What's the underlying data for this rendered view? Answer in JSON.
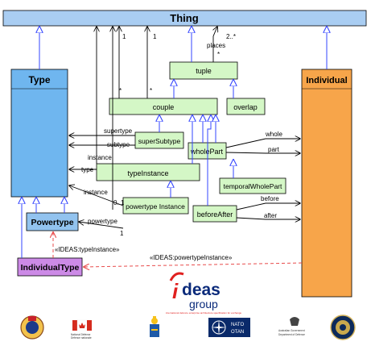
{
  "colors": {
    "thing_fill": "#a9cdf2",
    "type_fill": "#6fb6ef",
    "individual_fill": "#f7a54a",
    "tuple_fill": "#d4f7c6",
    "powertype_fill": "#92c3ef",
    "individual_type_fill": "#cc8ae6",
    "red_dash": "#e84c4c",
    "line_blue": "#3344ff"
  },
  "nodes": {
    "thing": "Thing",
    "type": "Type",
    "individual": "Individual",
    "tuple": "tuple",
    "couple": "couple",
    "overlap": "overlap",
    "super_subtype": "superSubtype",
    "type_instance": "typeInstance",
    "whole_part": "wholePart",
    "temporal_whole_part": "temporalWholePart",
    "powertype_instance": "powertype Instance",
    "before_after": "beforeAfter",
    "powertype": "Powertype",
    "individual_type": "IndividualType"
  },
  "labels": {
    "one_a": "1",
    "one_b": "1",
    "two_star": "2..*",
    "places": "places",
    "star_places": "*",
    "star_a": "*",
    "star_b": "*",
    "supertype": "supertype",
    "subtype": "subtype",
    "instance_top": "instance",
    "type_role": "type",
    "instance_bottom": "instance",
    "zero_one": "0..1",
    "one_pt": "1",
    "powertype_role": "powertype",
    "whole": "whole",
    "part": "part",
    "before": "before",
    "after": "after",
    "ideas_type_instance": "«IDEAS:typeInstance»",
    "ideas_powertype_instance": "«IDEAS:powertypeInstance»"
  },
  "logo": {
    "i": "i",
    "deas": "deas",
    "group": "group",
    "tagline": "international defence enterprise architecture specification for exchange"
  },
  "footer": {
    "canada_line1": "National Défense",
    "canada_line2": "Defence nationale",
    "nato_line1": "NATO",
    "nato_line2": "OTAN",
    "australia_line1": "Australian Government",
    "australia_line2": "Department of Defence"
  },
  "footer_icons": [
    "uk-mod-crest-icon",
    "canada-flag-icon",
    "sweden-crest-icon",
    "nato-emblem-icon",
    "australia-crest-icon",
    "us-dod-seal-icon"
  ]
}
